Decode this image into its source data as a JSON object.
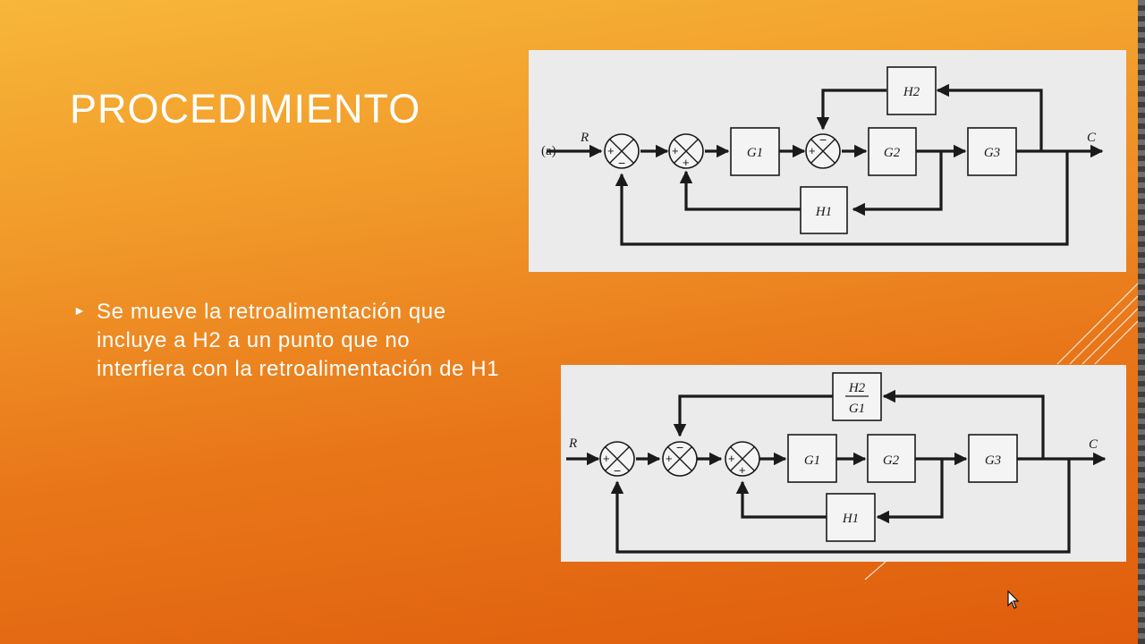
{
  "slide": {
    "title": "PROCEDIMIENTO",
    "bullet": "Se mueve la retroalimentación que incluye a H2 a un punto que no interfiera con la retroalimentación de H1"
  },
  "diagram_a": {
    "tag": "(a)",
    "input": "R",
    "output": "C",
    "blocks": {
      "g1": "G1",
      "g2": "G2",
      "g3": "G3",
      "h1": "H1",
      "h2": "H2"
    }
  },
  "diagram_b": {
    "input": "R",
    "output": "C",
    "blocks": {
      "g1": "G1",
      "g2": "G2",
      "g3": "G3",
      "h1": "H1",
      "h2_over_g1_num": "H2",
      "h2_over_g1_den": "G1"
    }
  },
  "colors": {
    "text": "#ffffff",
    "panel": "#ebebeb",
    "ink": "#1a1a1a"
  }
}
